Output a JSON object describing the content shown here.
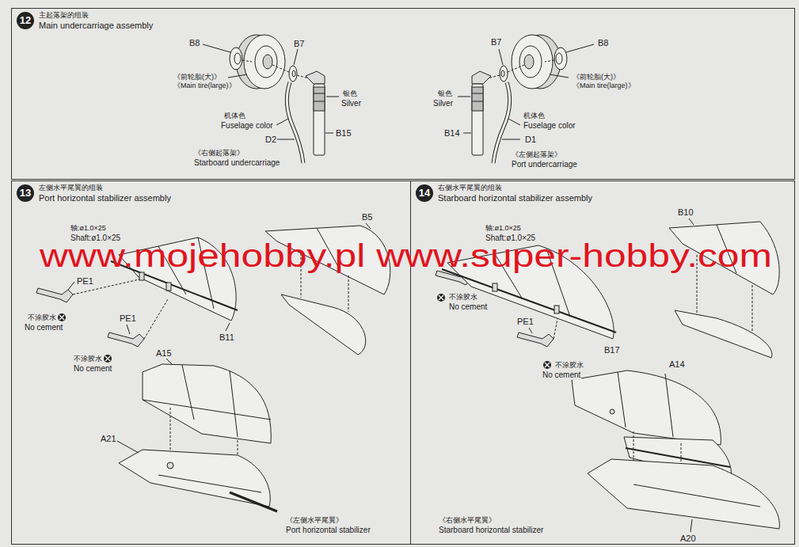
{
  "diagram": {
    "nodes": [
      {
        "text": [
          "主起落架的组装",
          "Main undercarriage assembly"
        ]
      },
      {
        "text": [
          "12"
        ],
        "in": 0
      },
      {
        "text": [
          "左侧水平尾翼的组装",
          "Port horizontal stabilizer assembly"
        ]
      },
      {
        "text": [
          "13"
        ],
        "in": 2
      },
      {
        "text": [
          "右侧水平尾翼的组装",
          "Starboard horizontal stabilizer assembly"
        ]
      },
      {
        "text": [
          "14"
        ],
        "in": 4
      }
    ],
    "labels": [
      "B8",
      "B7",
      "《前轮胎(大)》",
      "《Main tire(large)》",
      "银色",
      "Silver",
      "机体色",
      "Fuselage color",
      "D2",
      "B15",
      "《右侧起落架》",
      "Starboard undercarriage",
      "B7",
      "B8",
      "《前轮胎(大)》",
      "《Main tire(large)》",
      "银色",
      "Silver",
      "机体色",
      "Fuselage color",
      "B14",
      "D1",
      "《左侧起落架》",
      "Port undercarriage",
      "轴:ø1.0×25",
      "Shaft:ø1.0×25",
      "B5",
      "PE1",
      "不涂胶水",
      "No cement",
      "PE1",
      "不涂胶水",
      "No cement",
      "B11",
      "A15",
      "A21",
      "《左侧水平尾翼》",
      "Port horizontal stabilizer",
      "轴:ø1.0×25",
      "Shaft:ø1.0×25",
      "B10",
      "不涂胶水",
      "No cement",
      "PE1",
      "不涂胶水",
      "No cement",
      "B17",
      "A14",
      "A20",
      "《右侧水平尾翼》",
      "Starboard horizontal stabilizer",
      "www.mojehobby.pl www.super-hobby.com"
    ]
  }
}
